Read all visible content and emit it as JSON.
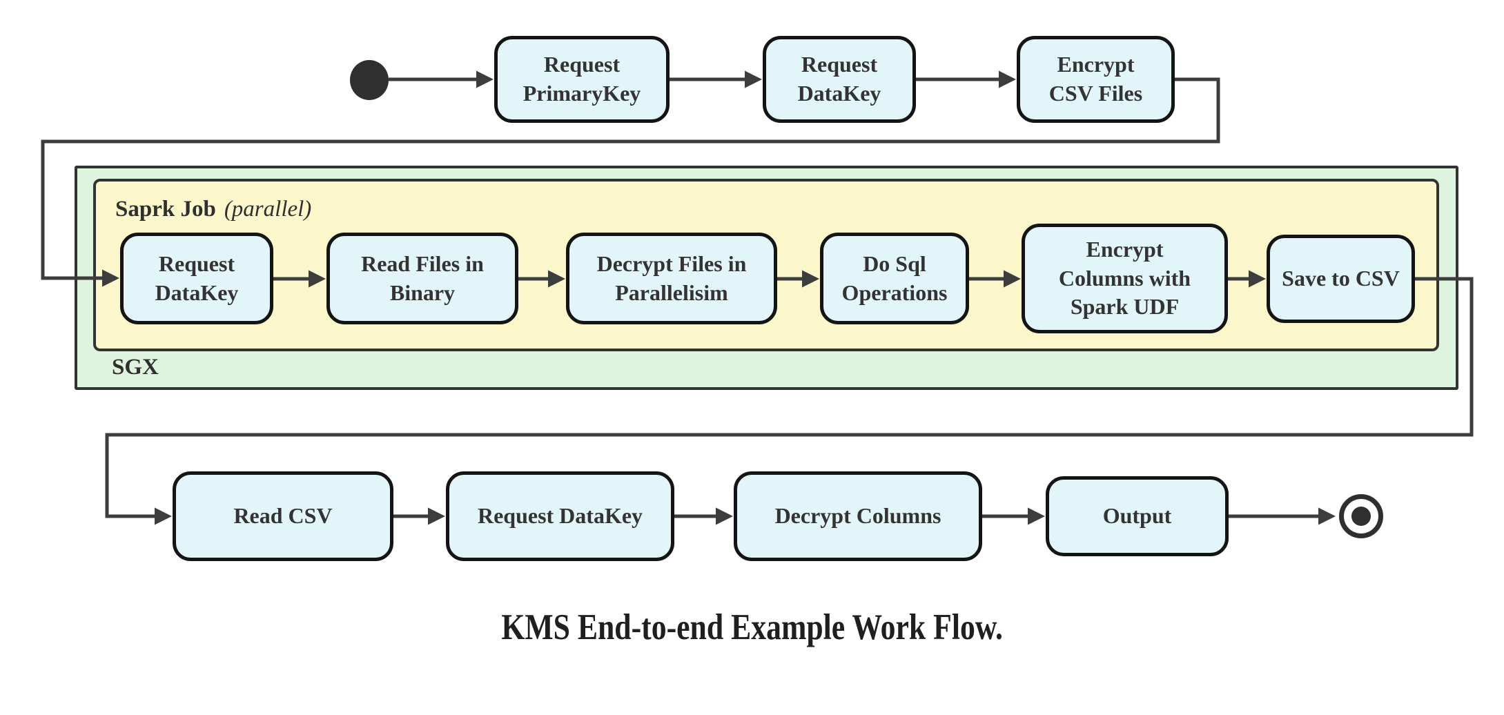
{
  "caption": "KMS End-to-end Example Work Flow.",
  "containers": {
    "sgx": {
      "label": "SGX"
    },
    "spark": {
      "label": "Saprk Job",
      "annotation": "(parallel)"
    }
  },
  "nodes": {
    "top": [
      {
        "id": "request-primarykey",
        "label": "Request\nPrimaryKey"
      },
      {
        "id": "request-datakey",
        "label": "Request\nDataKey"
      },
      {
        "id": "encrypt-csv-files",
        "label": "Encrypt\nCSV Files"
      }
    ],
    "middle": [
      {
        "id": "request-datakey-sgx",
        "label": "Request\nDataKey"
      },
      {
        "id": "read-files-in-binary",
        "label": "Read Files in\nBinary"
      },
      {
        "id": "decrypt-files-in-parallelisim",
        "label": "Decrypt Files in\nParallelisim"
      },
      {
        "id": "do-sql-operations",
        "label": "Do Sql\nOperations"
      },
      {
        "id": "encrypt-columns-with-spark-udf",
        "label": "Encrypt\nColumns with\nSpark UDF"
      },
      {
        "id": "save-to-csv",
        "label": "Save to CSV"
      }
    ],
    "bottom": [
      {
        "id": "read-csv",
        "label": "Read CSV"
      },
      {
        "id": "request-datakey-client",
        "label": "Request DataKey"
      },
      {
        "id": "decrypt-columns",
        "label": "Decrypt Columns"
      },
      {
        "id": "output",
        "label": "Output"
      }
    ]
  },
  "flow": {
    "start_marker": "start-state",
    "end_marker": "end-state",
    "edges": [
      [
        "start",
        "request-primarykey"
      ],
      [
        "request-primarykey",
        "request-datakey"
      ],
      [
        "request-datakey",
        "encrypt-csv-files"
      ],
      [
        "encrypt-csv-files",
        "request-datakey-sgx"
      ],
      [
        "request-datakey-sgx",
        "read-files-in-binary"
      ],
      [
        "read-files-in-binary",
        "decrypt-files-in-parallelisim"
      ],
      [
        "decrypt-files-in-parallelisim",
        "do-sql-operations"
      ],
      [
        "do-sql-operations",
        "encrypt-columns-with-spark-udf"
      ],
      [
        "encrypt-columns-with-spark-udf",
        "save-to-csv"
      ],
      [
        "save-to-csv",
        "read-csv"
      ],
      [
        "read-csv",
        "request-datakey-client"
      ],
      [
        "request-datakey-client",
        "decrypt-columns"
      ],
      [
        "decrypt-columns",
        "output"
      ],
      [
        "output",
        "end"
      ]
    ]
  },
  "colors": {
    "node_fill": "#e2f6fa",
    "node_border": "#141414",
    "sgx_fill": "#dff4df",
    "spark_fill": "#fbf7cb",
    "cluster_border": "#333333",
    "edge": "#3d3d3d",
    "text": "#333333",
    "background": "#ffffff"
  }
}
